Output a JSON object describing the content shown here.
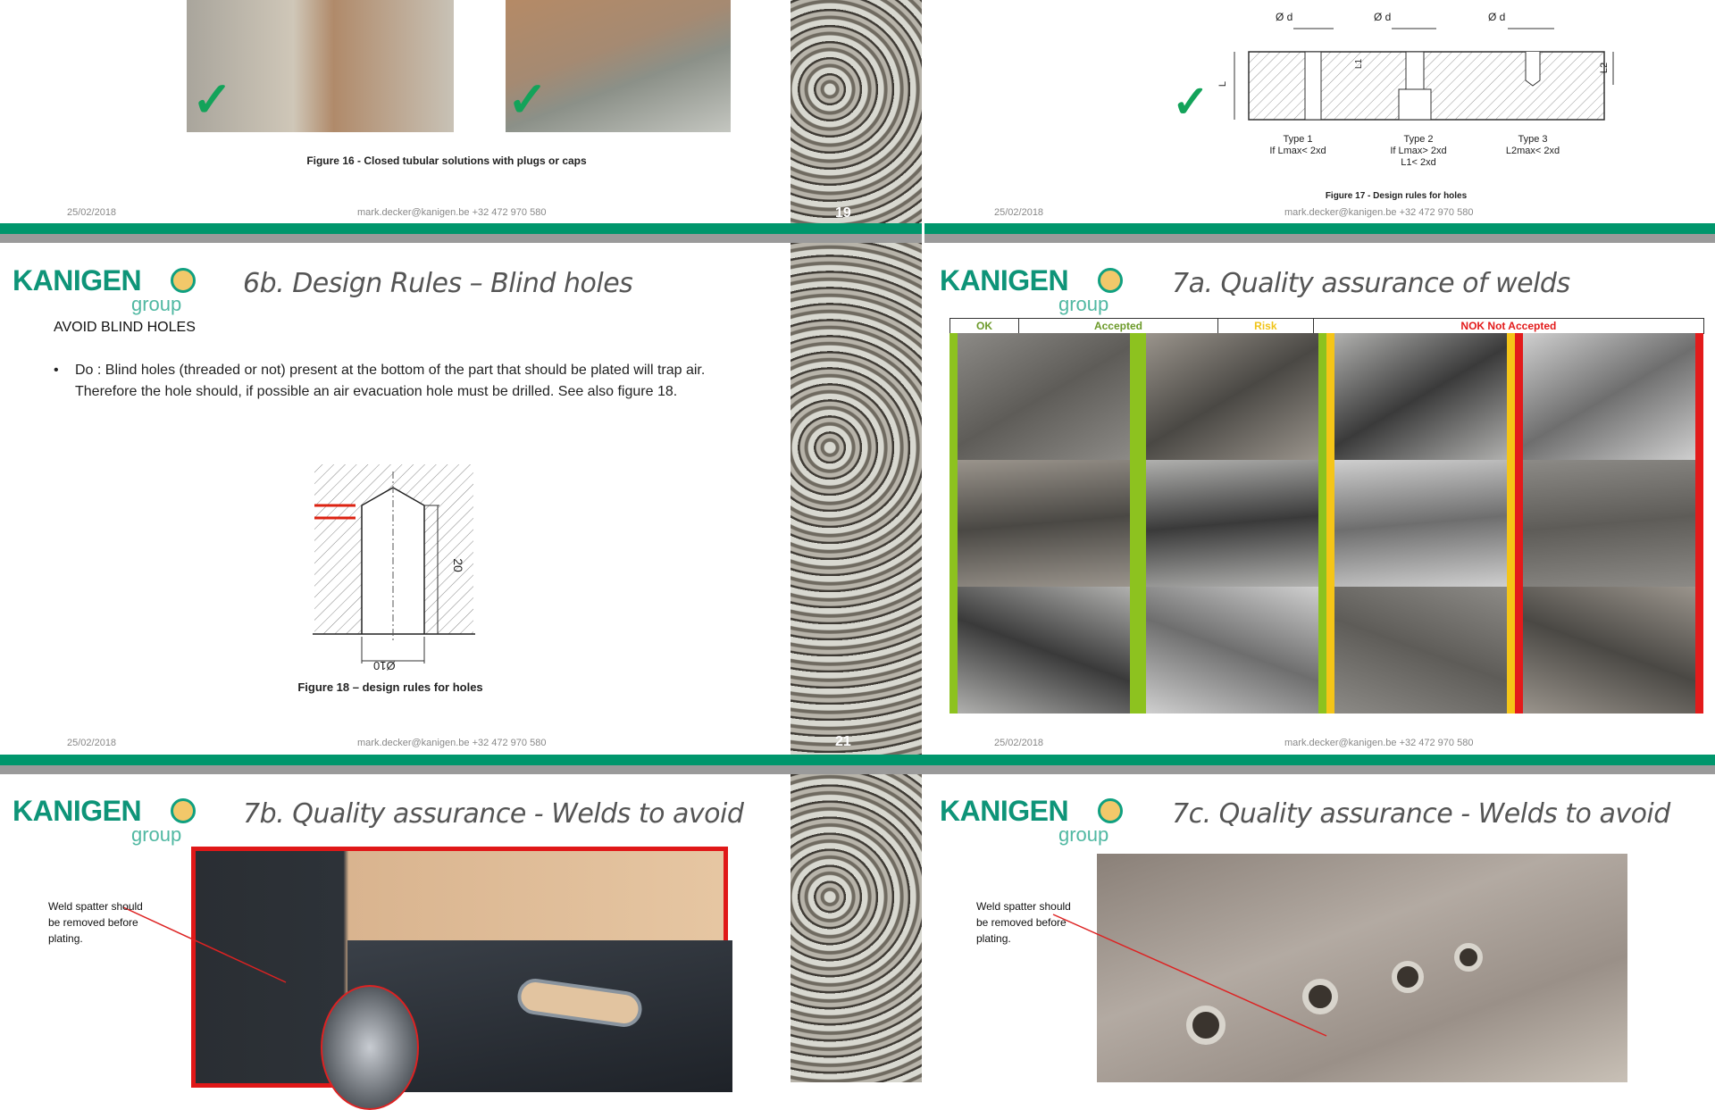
{
  "footer": {
    "date": "25/02/2018",
    "email": "mark.decker@kanigen.be  +32 472 970 580"
  },
  "logo": {
    "name": "KANIGEN",
    "sub": "group"
  },
  "page_numbers": [
    "19",
    "21"
  ],
  "slides": {
    "s16": {
      "caption": "Figure 16 - Closed tubular solutions with plugs or caps"
    },
    "s17": {
      "caption": "Figure 17 - Design rules for holes",
      "labels": [
        "Ø d",
        "Ø d",
        "Ø d",
        "L",
        "L1",
        "L2"
      ],
      "types": [
        {
          "t": "Type  1",
          "r1": "If  Lmax< 2xd",
          "r2": ""
        },
        {
          "t": "Type  2",
          "r1": "If  Lmax> 2xd",
          "r2": "L1< 2xd"
        },
        {
          "t": "Type  3",
          "r1": "L2max< 2xd",
          "r2": ""
        }
      ]
    },
    "s6b": {
      "title": "6b. Design Rules – Blind holes",
      "heading": "AVOID BLIND HOLES",
      "bullet_lead": "Do :",
      "bullet": " Blind holes (threaded or not) present at the bottom of the part that should be plated will trap air. Therefore the hole should, if possible an air evacuation hole must be drilled. See also figure 18.",
      "dim_depth": "20",
      "dim_dia": "Ø10",
      "caption": "Figure 18 – design rules for holes"
    },
    "s7a": {
      "title": "7a. Quality assurance of welds",
      "columns": [
        {
          "label": "OK",
          "color": "#6c9a2a",
          "bar": "#8dc21f"
        },
        {
          "label": "Accepted",
          "color": "#6c9a2a",
          "bar": "#8dc21f"
        },
        {
          "label": "Risk",
          "color": "#f0c419",
          "bar": "#f5c518"
        },
        {
          "label": "NOK Not Accepted",
          "color": "#e31b1b",
          "bar": "#e31b1b"
        }
      ]
    },
    "s7b": {
      "title": "7b. Quality assurance - Welds to avoid",
      "note": "Weld spatter should be removed before plating."
    },
    "s7c": {
      "title": "7c. Quality assurance - Welds to avoid",
      "note": "Weld spatter should be removed before plating."
    }
  }
}
